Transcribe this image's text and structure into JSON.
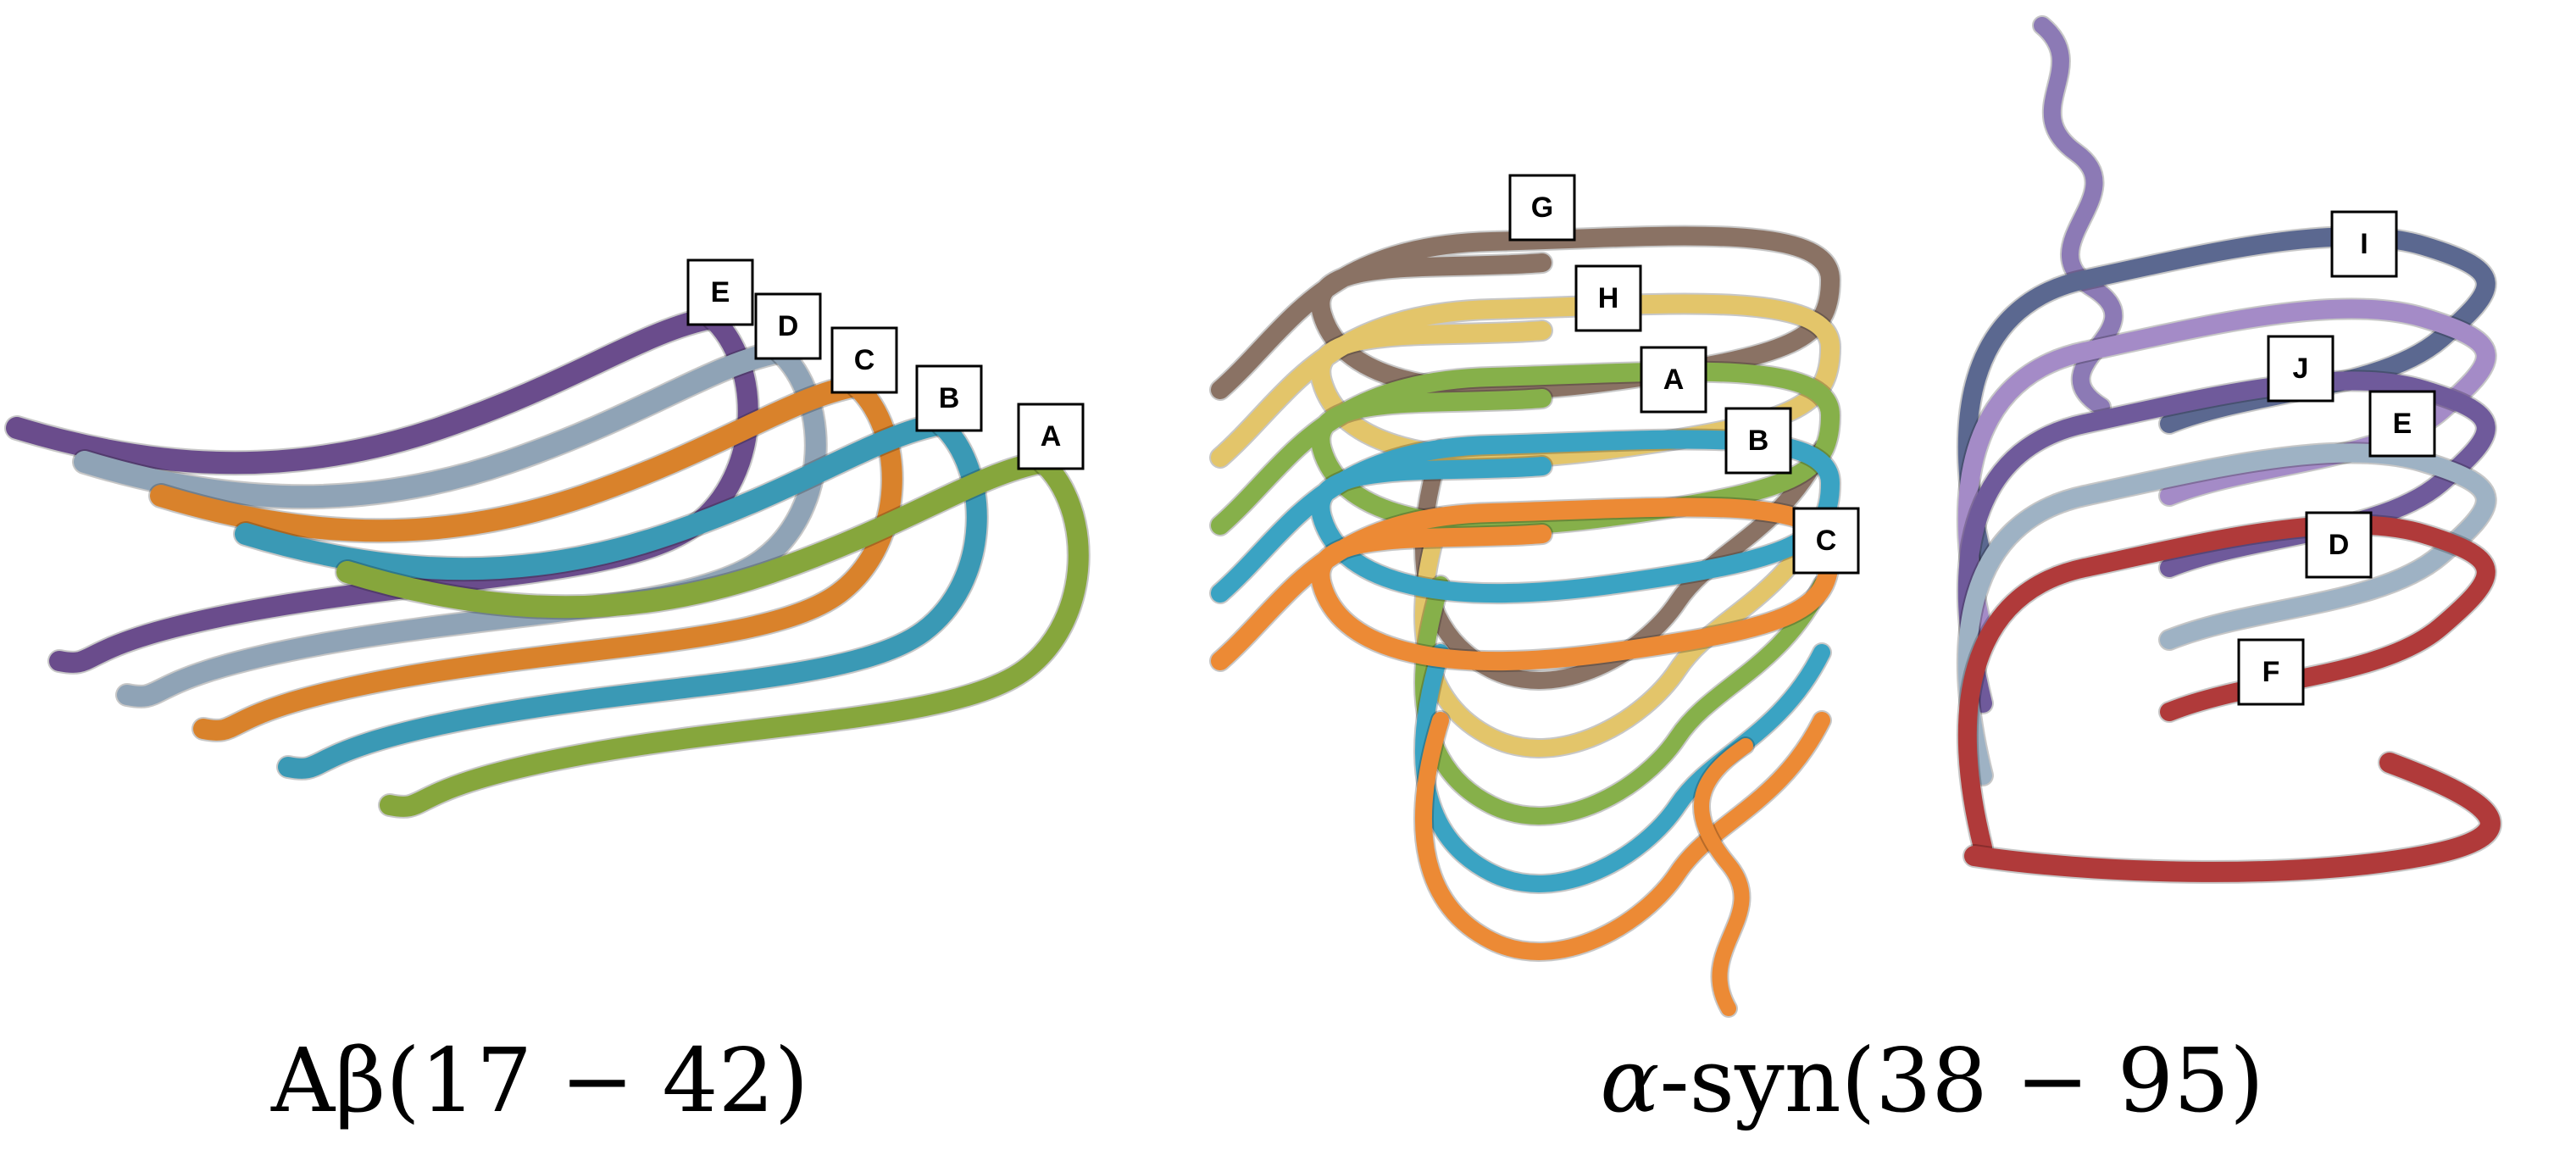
{
  "captions": {
    "left": "Aβ(17 − 42)",
    "right_symbol": "α",
    "right_text": "-syn(38 − 95)"
  },
  "left_structure": {
    "chains": [
      {
        "label": "E",
        "color": "#6a4c8c"
      },
      {
        "label": "D",
        "color": "#8fa3b6"
      },
      {
        "label": "C",
        "color": "#d9822b"
      },
      {
        "label": "B",
        "color": "#3a99b5"
      },
      {
        "label": "A",
        "color": "#86a63c"
      }
    ]
  },
  "middle_structure": {
    "chains": [
      {
        "label": "G",
        "color": "#8a7264"
      },
      {
        "label": "H",
        "color": "#e3c56a"
      },
      {
        "label": "A",
        "color": "#86b04a"
      },
      {
        "label": "B",
        "color": "#3aa3c3"
      },
      {
        "label": "C",
        "color": "#ec8a35"
      }
    ]
  },
  "right_structure": {
    "chains": [
      {
        "label": "I",
        "color": "#5b6890"
      },
      {
        "label": "J",
        "color": "#a48bc7"
      },
      {
        "label": "E",
        "color": "#6f5a9b"
      },
      {
        "label": "D",
        "color": "#9eb2c4"
      },
      {
        "label": "F",
        "color": "#b03a3a"
      }
    ]
  }
}
